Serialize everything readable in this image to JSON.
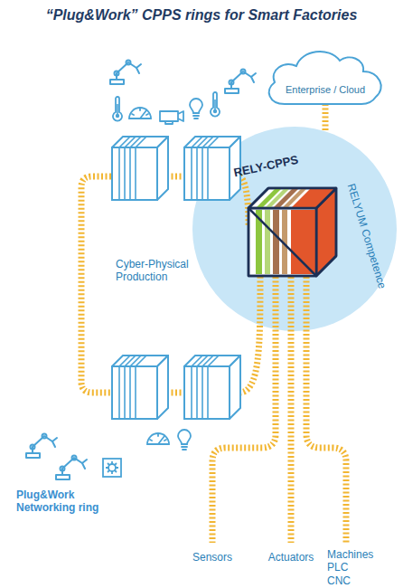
{
  "diagram": {
    "title": "“Plug&Work” CPPS rings for Smart Factories",
    "nodes": [
      {
        "text": [
          "Enterprise / Cloud"
        ]
      },
      {
        "text": [
          "RELY-CPPS",
          "RELYUM Competence"
        ]
      }
    ],
    "edges": [
      {
        "from": 0,
        "to": 1,
        "arrow": "none"
      }
    ],
    "labels": [
      "Cyber-Physical Production",
      "Plug&Work Networking ring",
      "Sensors",
      "Actuators",
      "Machines PLC CNC"
    ]
  }
}
